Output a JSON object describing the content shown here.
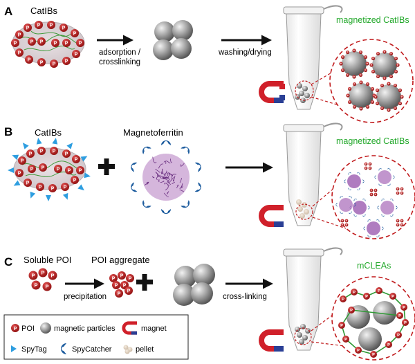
{
  "panels": {
    "a": {
      "letter": "A",
      "catibs_label": "CatIBs",
      "arrow1_line1": "adsorption /",
      "arrow1_line2": "crosslinking",
      "arrow2_label": "washing/drying",
      "result_label": "magnetized CatIBs"
    },
    "b": {
      "letter": "B",
      "catibs_label": "CatIBs",
      "magnetoferritin_label": "Magnetoferritin",
      "result_label": "magnetized CatIBs"
    },
    "c": {
      "letter": "C",
      "soluble_label": "Soluble POI",
      "aggregate_label": "POI aggregate",
      "arrow1_label": "precipitation",
      "arrow2_label": "cross-linking",
      "result_label": "mCLEAs"
    }
  },
  "protein_letter": "P",
  "legend": {
    "poi": "POI",
    "magnetic_particles": "magnetic particles",
    "magnet": "magnet",
    "spytag": "SpyTag",
    "spycatcher": "SpyCatcher",
    "pellet": "pellet"
  },
  "colors": {
    "green_label": "#22a82a",
    "poi_red": "#b81414",
    "dashed_red": "#c0191b",
    "spytag_blue": "#2e9ee0",
    "spycatcher_blue": "#1d5c9e",
    "ferritin_purple": "#7a3c8c",
    "magnet_red": "#d0202a",
    "magnet_blue": "#2a3f95"
  }
}
